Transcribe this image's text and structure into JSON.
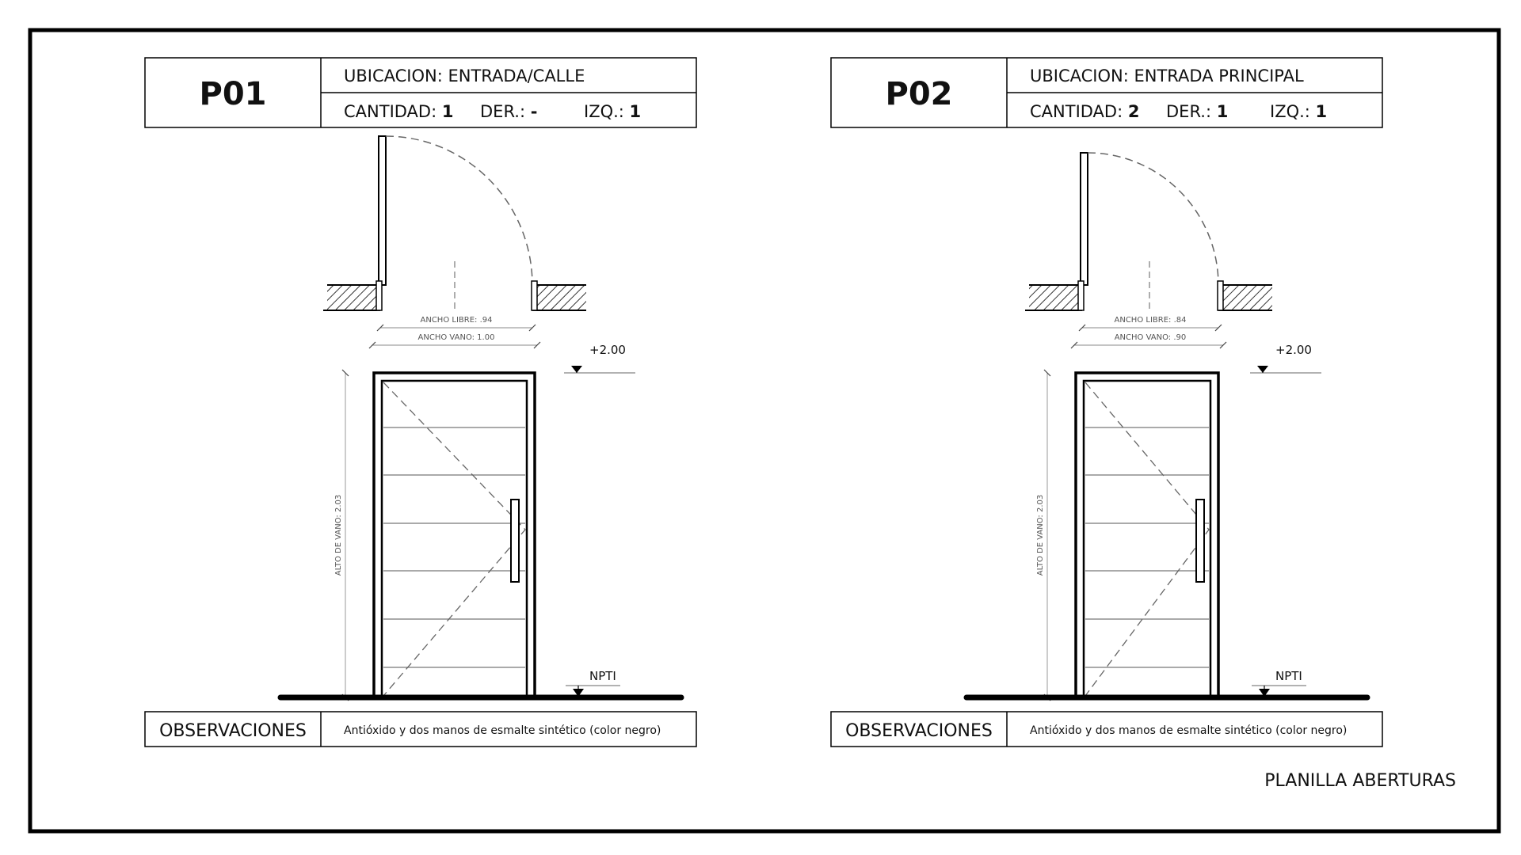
{
  "sheet": {
    "title": "PLANILLA ABERTURAS"
  },
  "doors": [
    {
      "code": "P01",
      "ubicacion_label": "UBICACION:",
      "ubicacion": "ENTRADA/CALLE",
      "cantidad_label": "CANTIDAD:",
      "cantidad": "1",
      "der_label": "DER.:",
      "der": "-",
      "izq_label": "IZQ.:",
      "izq": "1",
      "ancho_libre": "ANCHO LIBRE: .94",
      "ancho_vano": "ANCHO VANO: 1.00",
      "alto_vano": "ALTO DE VANO: 2.03",
      "nivel_superior": "+2.00",
      "nivel_piso": "NPTI",
      "observaciones_label": "OBSERVACIONES",
      "observaciones": "Antióxido y dos manos de esmalte sintético (color negro)"
    },
    {
      "code": "P02",
      "ubicacion_label": "UBICACION:",
      "ubicacion": "ENTRADA PRINCIPAL",
      "cantidad_label": "CANTIDAD:",
      "cantidad": "2",
      "der_label": "DER.:",
      "der": "1",
      "izq_label": "IZQ.:",
      "izq": "1",
      "ancho_libre": "ANCHO LIBRE: .84",
      "ancho_vano": "ANCHO VANO: .90",
      "alto_vano": "ALTO DE VANO: 2.03",
      "nivel_superior": "+2.00",
      "nivel_piso": "NPTI",
      "observaciones_label": "OBSERVACIONES",
      "observaciones": "Antióxido y dos manos de esmalte sintético (color negro)"
    }
  ]
}
